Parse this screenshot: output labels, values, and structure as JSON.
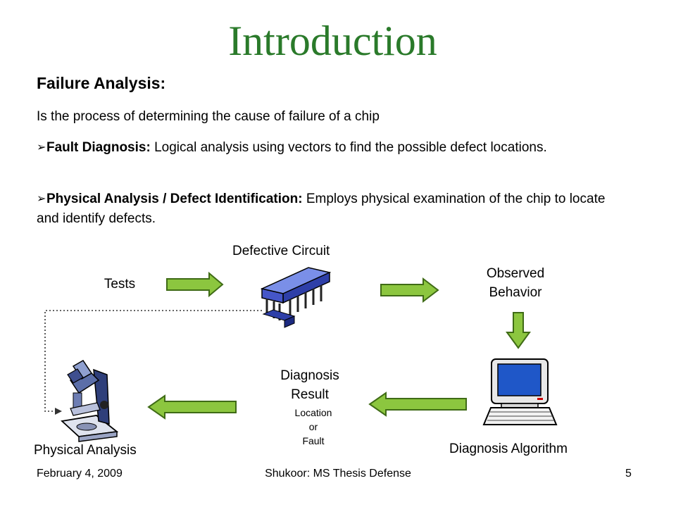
{
  "slide": {
    "title": "Introduction",
    "heading": "Failure Analysis:",
    "intro": "Is the process of determining the cause of failure of a chip",
    "bullets": [
      {
        "term": "Fault Diagnosis:",
        "text": " Logical analysis using vectors to find the possible defect locations."
      },
      {
        "term": "Physical Analysis / Defect Identification:",
        "text": " Employs physical examination of the chip to locate and identify defects."
      }
    ],
    "bullet_glyph": "➢"
  },
  "diagram": {
    "defective_circuit": "Defective Circuit",
    "tests": "Tests",
    "observed_line1": "Observed",
    "observed_line2": "Behavior",
    "diagnosis_line1": "Diagnosis",
    "diagnosis_line2": "Result",
    "location": "Location",
    "or": "or",
    "fault": "Fault",
    "physical_analysis": "Physical Analysis",
    "diagnosis_algorithm": "Diagnosis Algorithm",
    "arrow_color": "#8cc63f",
    "icons": [
      "chip-icon",
      "computer-icon",
      "microscope-icon"
    ]
  },
  "footer": {
    "date": "February 4, 2009",
    "center": "Shukoor: MS Thesis Defense",
    "page": "5"
  }
}
